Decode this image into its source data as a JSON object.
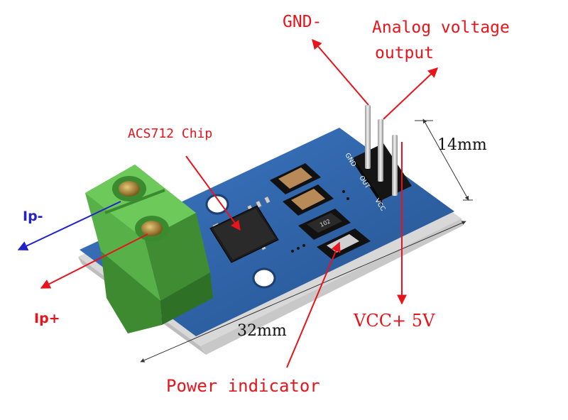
{
  "labels": {
    "gnd": "GND-",
    "analog_line1": "Analog voltage",
    "analog_line2": "output",
    "chip": "ACS712 Chip",
    "width_14": "14mm",
    "ip_minus": "Ip-",
    "ip_plus": "Ip+",
    "vcc": "VCC+ 5V",
    "length_32": "32mm",
    "power": "Power indicator"
  },
  "board_silkscreen": {
    "gnd": "GND",
    "out": "OUT",
    "vcc": "VCC",
    "resistor_code": "102"
  },
  "colors": {
    "callout_red": "#e8141b",
    "callout_blue": "#2222cc",
    "pcb_blue": "#2f63a8",
    "terminal_green": "#5cb84d"
  }
}
